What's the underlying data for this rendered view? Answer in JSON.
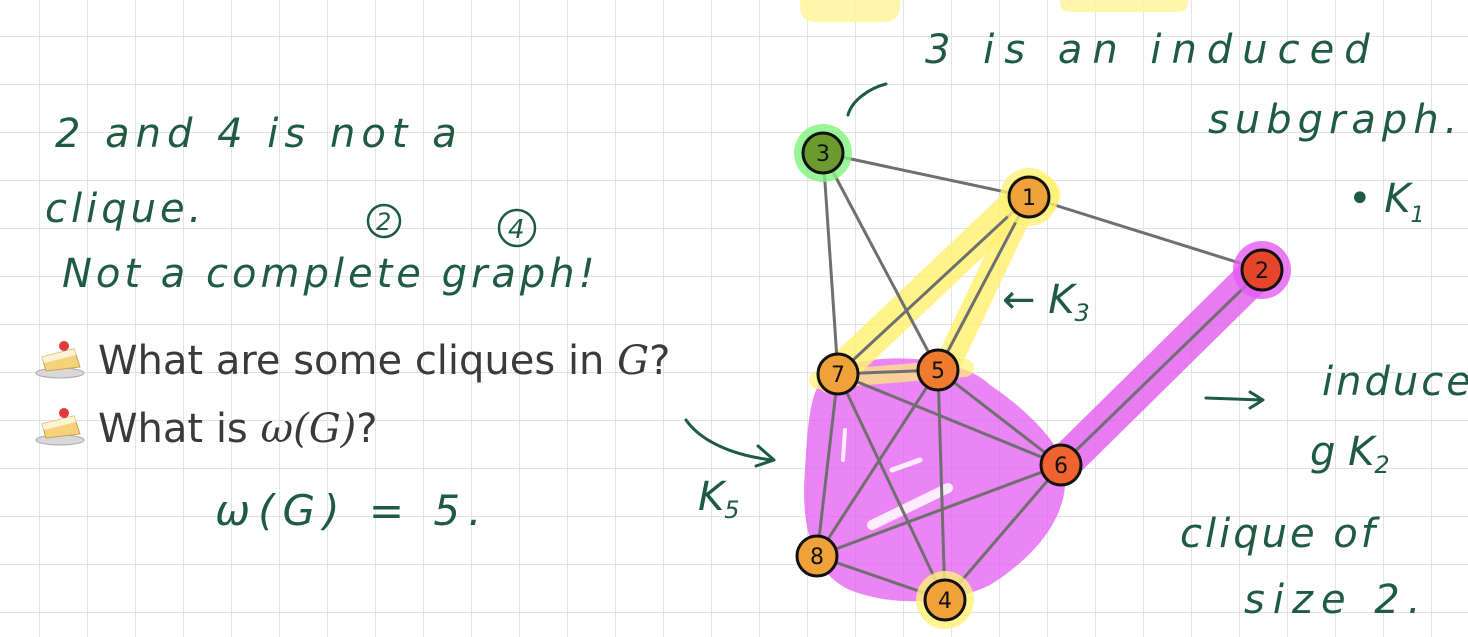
{
  "questions": [
    {
      "prefix": "What are some cliques in ",
      "math": "G",
      "suffix": "?"
    },
    {
      "prefix": "What is ",
      "math": "ω(G)",
      "suffix": "?"
    }
  ],
  "notes": {
    "left_line1": "2 and 4 is not a",
    "left_line2": "clique.",
    "left_circle_a": "2",
    "left_circle_b": "4",
    "left_line3": "Not a complete graph!",
    "omega": "ω(G) = 5.",
    "top_right_1": "3 is an induced",
    "top_right_2": "subgraph.",
    "k1": "• K",
    "k1_sub": "1",
    "k3": "← K",
    "k3_sub": "3",
    "k5": "K",
    "k5_sub": "5",
    "induce_1": "induce",
    "induce_2": "g K",
    "induce_2_sub": "2",
    "clique_1": "clique of",
    "clique_2": "size 2."
  },
  "graph": {
    "nodes": [
      {
        "id": "3",
        "color": "#6b9a2f",
        "glow": "#7ef27e"
      },
      {
        "id": "1",
        "color": "#f0a23a",
        "glow": "#fff176"
      },
      {
        "id": "2",
        "color": "#e5452b",
        "glow": "#e45bf0"
      },
      {
        "id": "7",
        "color": "#f0a23a",
        "glow": null
      },
      {
        "id": "5",
        "color": "#f07a2e",
        "glow": null
      },
      {
        "id": "6",
        "color": "#f0622e",
        "glow": null
      },
      {
        "id": "8",
        "color": "#f0a23a",
        "glow": null
      },
      {
        "id": "4",
        "color": "#f0a23a",
        "glow": "#fff176"
      }
    ],
    "edges": [
      [
        "3",
        "1"
      ],
      [
        "3",
        "7"
      ],
      [
        "3",
        "5"
      ],
      [
        "1",
        "2"
      ],
      [
        "1",
        "7"
      ],
      [
        "1",
        "5"
      ],
      [
        "2",
        "6"
      ],
      [
        "7",
        "5"
      ],
      [
        "7",
        "6"
      ],
      [
        "7",
        "8"
      ],
      [
        "7",
        "4"
      ],
      [
        "5",
        "6"
      ],
      [
        "5",
        "8"
      ],
      [
        "5",
        "4"
      ],
      [
        "6",
        "8"
      ],
      [
        "6",
        "4"
      ],
      [
        "8",
        "4"
      ]
    ],
    "highlight_colors": {
      "yellow": "#fff176",
      "magenta": "#e45bf0"
    }
  }
}
